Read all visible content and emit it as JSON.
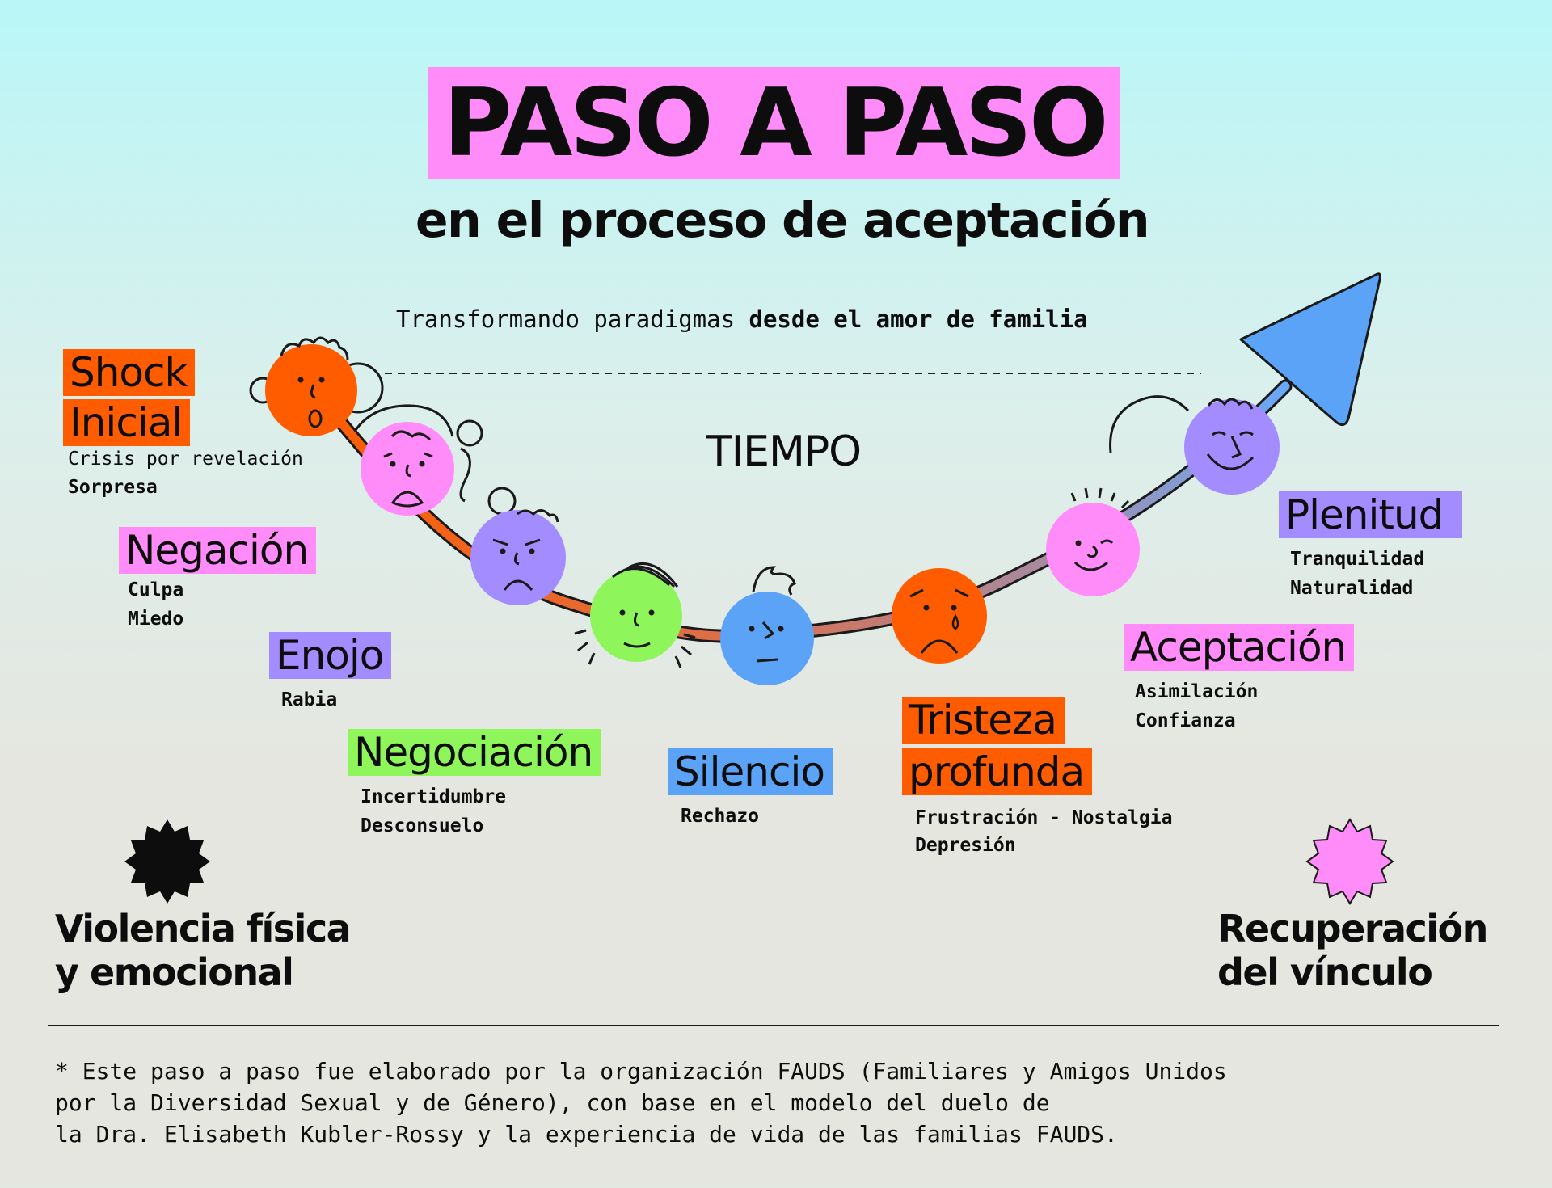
{
  "title": "PASO A PASO",
  "subtitle": "en el proceso de aceptación",
  "tagline": {
    "normal": "Transformando paradigmas ",
    "bold": "desde el amor de familia"
  },
  "axis_label": "TIEMPO",
  "colors": {
    "orange": "#ff5c00",
    "pink": "#ff8cf8",
    "purple": "#a38cff",
    "green": "#8ef65a",
    "blue": "#5ba3f7"
  },
  "stages": [
    {
      "label1": "Shock",
      "label2": "Inicial",
      "desc1": "Crisis por revelación",
      "desc2": "Sorpresa"
    },
    {
      "label1": "Negación",
      "desc1": "Culpa",
      "desc2": "Miedo"
    },
    {
      "label1": "Enojo",
      "desc1": "Rabia"
    },
    {
      "label1": "Negociación",
      "desc1": "Incertidumbre",
      "desc2": "Desconsuelo"
    },
    {
      "label1": "Silencio",
      "desc1": "Rechazo"
    },
    {
      "label1": "Tristeza",
      "label2": "profunda",
      "desc1": "Frustración - Nostalgia",
      "desc2": "Depresión"
    },
    {
      "label1": "Aceptación",
      "desc1": "Asimilación",
      "desc2": "Confianza"
    },
    {
      "label1": "Plenitud",
      "desc1": "Tranquilidad",
      "desc2": "Naturalidad"
    }
  ],
  "left_end": {
    "line1": "Violencia física",
    "line2": "y emocional",
    "icon": "black-starburst-icon"
  },
  "right_end": {
    "line1": "Recuperación",
    "line2": "del vínculo",
    "icon": "pink-starburst-icon"
  },
  "footnote": {
    "line1": "* Este paso a paso fue elaborado por la organización FAUDS (Familiares y Amigos Unidos",
    "line2": "por la Diversidad Sexual y de Género), con base en el modelo del duelo de",
    "line3": "la Dra. Elisabeth Kubler-Rossy y la experiencia de vida de las familias FAUDS."
  }
}
